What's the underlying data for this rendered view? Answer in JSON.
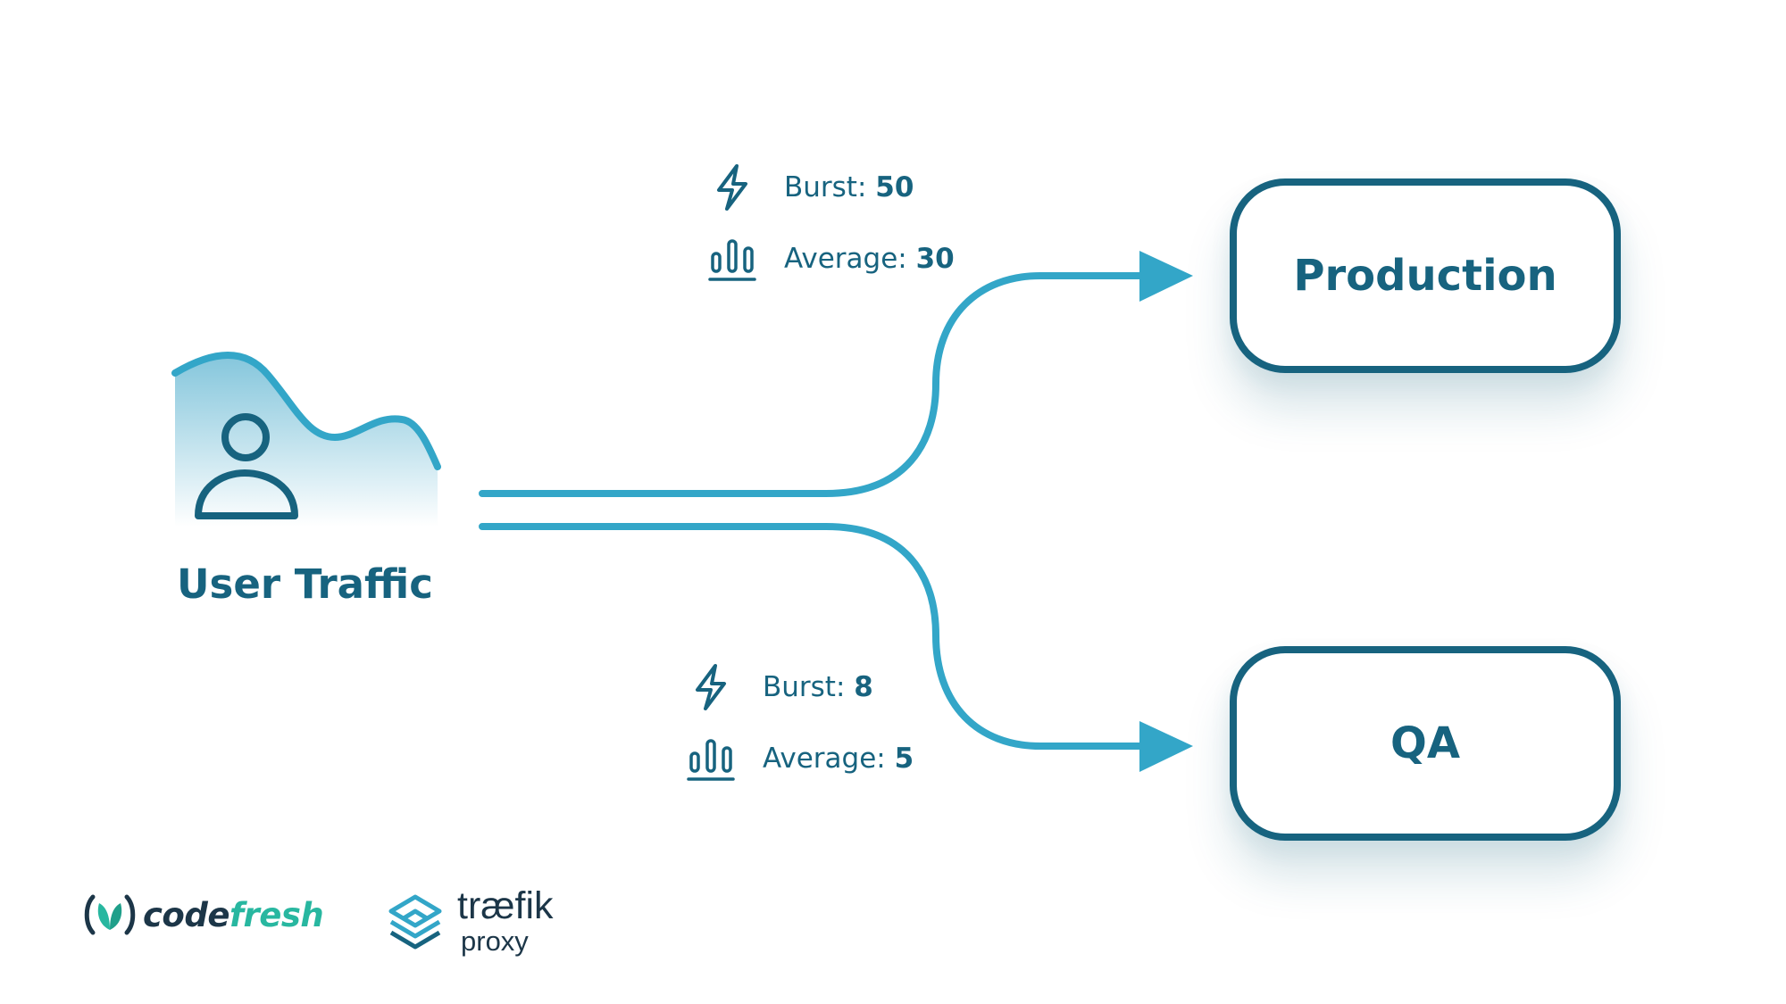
{
  "source": {
    "label": "User Traffic",
    "icon": "user-traffic-icon"
  },
  "targets": {
    "production": {
      "label": "Production",
      "burst_label": "Burst:",
      "burst_value": "50",
      "average_label": "Average:",
      "average_value": "30"
    },
    "qa": {
      "label": "QA",
      "burst_label": "Burst:",
      "burst_value": "8",
      "average_label": "Average:",
      "average_value": "5"
    }
  },
  "logos": {
    "codefresh": {
      "word_code": "code",
      "word_fresh": "fresh"
    },
    "traefik": {
      "word_main": "træfik",
      "word_sub": "proxy"
    }
  },
  "colors": {
    "dark_teal": "#17637f",
    "flow_blue": "#33a6c8",
    "fill_light": "#b9dde9",
    "codefresh_green": "#28b7a0",
    "navy": "#1c3648"
  },
  "icons": {
    "burst": "lightning-bolt-icon",
    "average": "bar-chart-icon"
  }
}
